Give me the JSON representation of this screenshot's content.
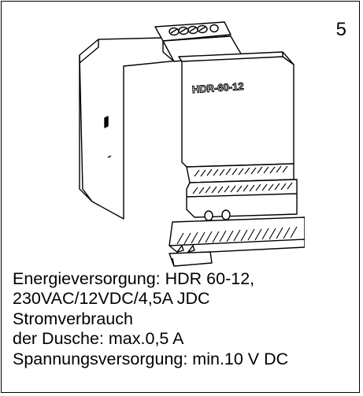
{
  "page_number": "5",
  "device_label": "HDR-60-12",
  "caption": {
    "lines": [
      "Energieversorgung: HDR 60-12,",
      "230VAC/12VDC/4,5A JDC",
      "Stromverbrauch",
      "der Dusche: max.0,5 A",
      "Spannungsversorgung: min.10 V DC"
    ]
  }
}
